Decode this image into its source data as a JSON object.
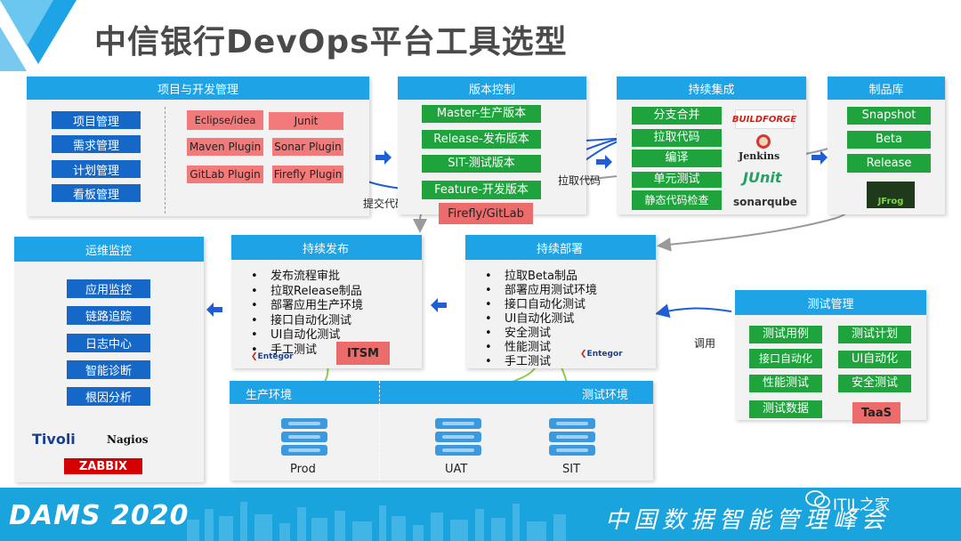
{
  "title": "中信银行DevOps平台工具选型",
  "colors": {
    "header_blue": "#1ea3e6",
    "button_blue": "#1668c8",
    "button_green": "#1fa33c",
    "button_pink": "#f27a7a",
    "arrow_blue": "#1f5fd6"
  },
  "project": {
    "header": "项目与开发管理",
    "items": [
      "项目管理",
      "需求管理",
      "计划管理",
      "看板管理"
    ],
    "plugins": [
      "Eclipse/idea",
      "Junit",
      "Maven Plugin",
      "Sonar Plugin",
      "GitLab Plugin",
      "Firefly Plugin"
    ]
  },
  "version": {
    "header": "版本控制",
    "items": [
      "Master-生产版本",
      "Release-发布版本",
      "SIT-测试版本",
      "Feature-开发版本"
    ],
    "tool": "Firefly/GitLab"
  },
  "ci": {
    "header": "持续集成",
    "items": [
      "分支合并",
      "拉取代码",
      "编译",
      "单元测试",
      "静态代码检查"
    ],
    "logos": [
      "BUILDFORGE",
      "Jenkins",
      "JUnit",
      "sonarqube"
    ]
  },
  "artifact": {
    "header": "制品库",
    "items": [
      "Snapshot",
      "Beta",
      "Release"
    ],
    "logo": "JFrog"
  },
  "labels": {
    "submit_code": "提交代码",
    "pull_code": "拉取代码",
    "invoke": "调用"
  },
  "ops": {
    "header": "运维监控",
    "items": [
      "应用监控",
      "链路追踪",
      "日志中心",
      "智能诊断",
      "根因分析"
    ],
    "logos": [
      "Tivoli",
      "Nagios",
      "ZABBIX"
    ]
  },
  "release": {
    "header": "持续发布",
    "items": [
      "发布流程审批",
      "拉取Release制品",
      "部署应用生产环境",
      "接口自动化测试",
      "UI自动化测试",
      "手工测试"
    ],
    "tool": "ITSM",
    "logo": "Entegor"
  },
  "deploy": {
    "header": "持续部署",
    "items": [
      "拉取Beta制品",
      "部署应用测试环境",
      "接口自动化测试",
      "UI自动化测试",
      "安全测试",
      "性能测试",
      "手工测试"
    ],
    "logo": "Entegor"
  },
  "test": {
    "header": "测试管理",
    "items": [
      "测试用例",
      "测试计划",
      "接口自动化",
      "UI自动化",
      "性能测试",
      "安全测试",
      "测试数据"
    ],
    "tool": "TaaS"
  },
  "env": {
    "prod_label": "生产环境",
    "test_label": "测试环境",
    "servers": [
      "Prod",
      "UAT",
      "SIT"
    ]
  },
  "footer": {
    "brand": "DAMS",
    "year": "2020",
    "conference": "中国数据智能管理峰会",
    "watermark": "ITIL之家"
  }
}
